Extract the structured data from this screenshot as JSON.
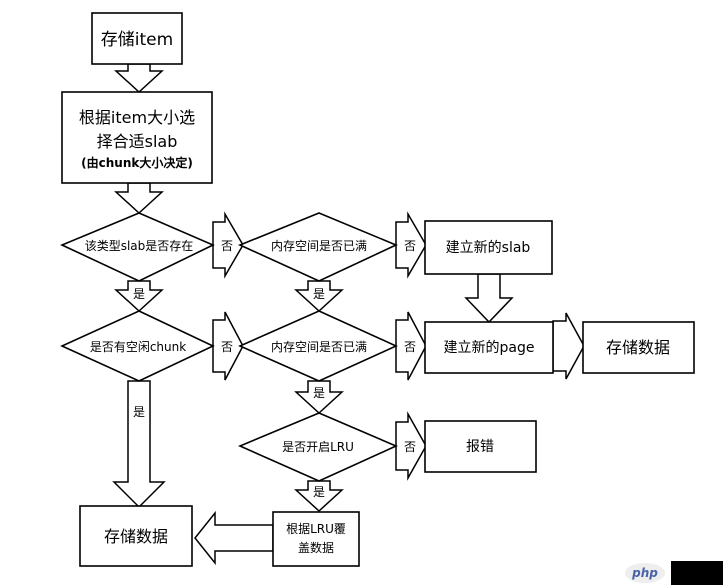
{
  "nodes": {
    "store_item": "存储item",
    "choose_slab_l1": "根据item大小选",
    "choose_slab_l2": "择合适slab",
    "choose_slab_l3": "(由chunk大小决定)",
    "slab_exists": "该类型slab是否存在",
    "memory_full_1": "内存空间是否已满",
    "new_slab": "建立新的slab",
    "free_chunk": "是否有空闲chunk",
    "memory_full_2": "内存空间是否已满",
    "new_page": "建立新的page",
    "store_data_right": "存储数据",
    "lru_enabled": "是否开启LRU",
    "error": "报错",
    "lru_overwrite_l1": "根据LRU覆",
    "lru_overwrite_l2": "盖数据",
    "store_data_bottom": "存储数据"
  },
  "edge_labels": {
    "slab_exists_no": "否",
    "memory_full_1_no": "否",
    "slab_exists_yes": "是",
    "memory_full_1_yes": "是",
    "free_chunk_no": "否",
    "memory_full_2_no": "否",
    "free_chunk_yes": "是",
    "memory_full_2_yes": "是",
    "lru_no": "否",
    "lru_yes": "是"
  },
  "watermark": {
    "logo_text": "php"
  },
  "colors": {
    "stroke": "#000000",
    "fill": "#ffffff",
    "watermark_bar": "#000000",
    "watermark_logo": "#4a63a8"
  }
}
